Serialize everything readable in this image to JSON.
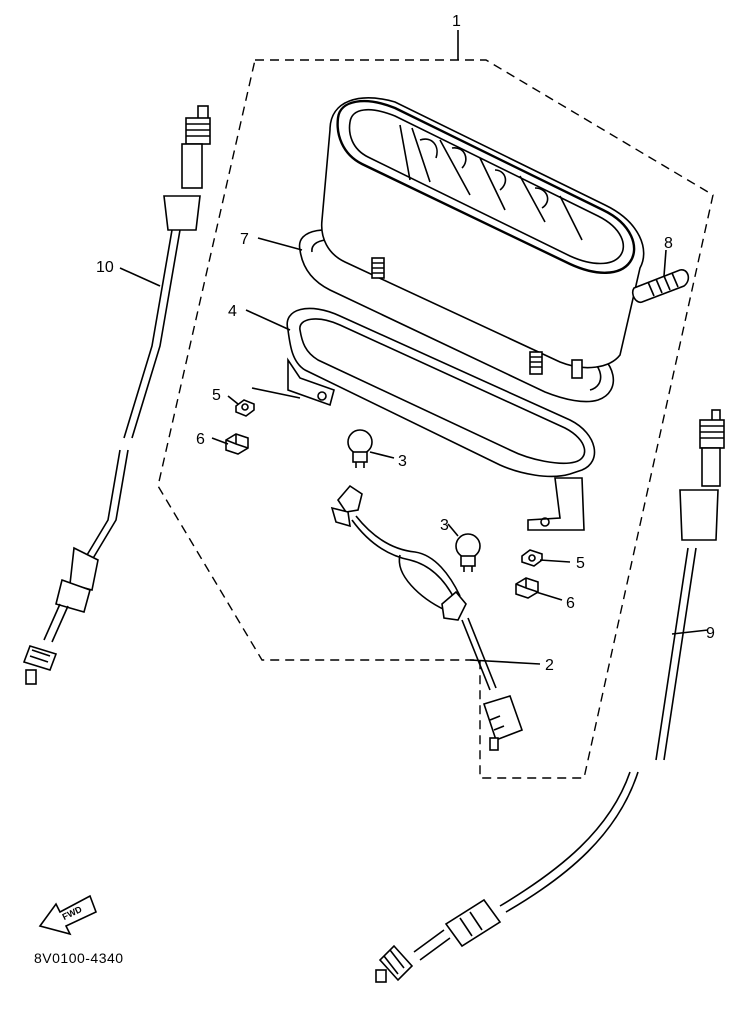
{
  "callouts": {
    "c1": "1",
    "c2": "2",
    "c3a": "3",
    "c3b": "3",
    "c4": "4",
    "c5a": "5",
    "c5b": "5",
    "c6a": "6",
    "c6b": "6",
    "c7": "7",
    "c8": "8",
    "c9": "9",
    "c10": "10"
  },
  "fwd_label": "FWD",
  "diagram_code": "8V0100-4340"
}
